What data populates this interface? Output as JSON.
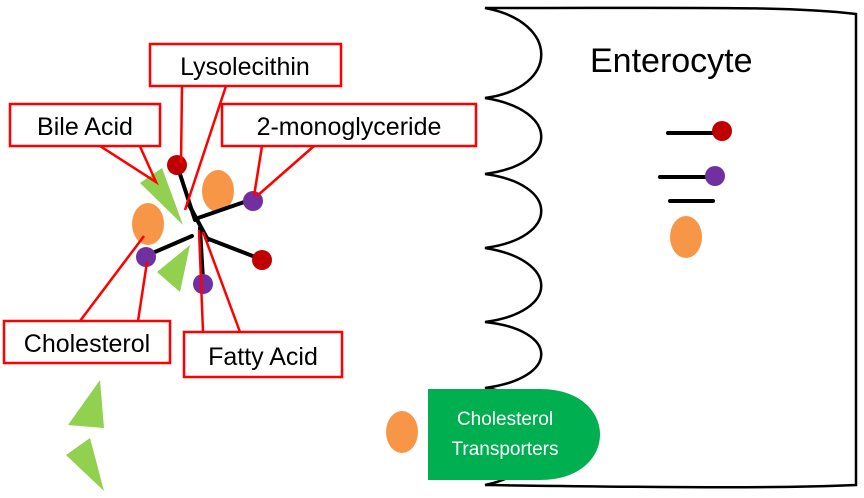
{
  "title": "Enterocyte",
  "labels": {
    "lysolecithin": "Lysolecithin",
    "bile_acid": "Bile Acid",
    "monoglyceride": "2-monoglyceride",
    "cholesterol": "Cholesterol",
    "fatty_acid": "Fatty Acid"
  },
  "transporter": {
    "line1": "Cholesterol",
    "line2": "Transporters"
  },
  "colors": {
    "callout": "#ff0000",
    "bile_acid": "#92d050",
    "cholesterol": "#f79646",
    "lysolecithin": "#c00000",
    "monoglyceride": "#7030a0",
    "transporter": "#00b050",
    "membrane": "#000000"
  }
}
